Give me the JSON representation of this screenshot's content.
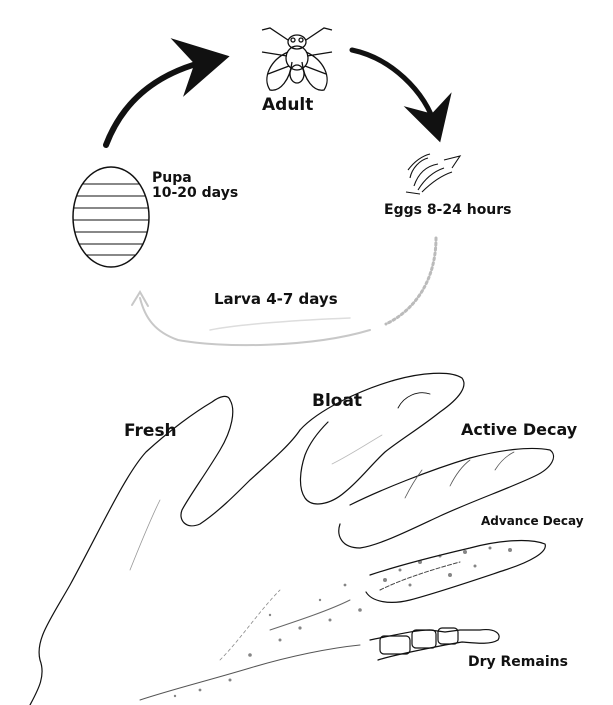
{
  "life_cycle": {
    "adult": "Adult",
    "eggs": "Eggs 8-24 hours",
    "larva": "Larva 4-7 days",
    "pupa_name": "Pupa",
    "pupa_duration": "10-20 days"
  },
  "decomposition": {
    "fresh": "Fresh",
    "bloat": "Bloat",
    "active_decay": "Active Decay",
    "advance_decay": "Advance Decay",
    "dry_remains": "Dry Remains"
  },
  "colors": {
    "ink": "#111111",
    "faint_ink": "#c8c8c8",
    "background": "#ffffff"
  }
}
